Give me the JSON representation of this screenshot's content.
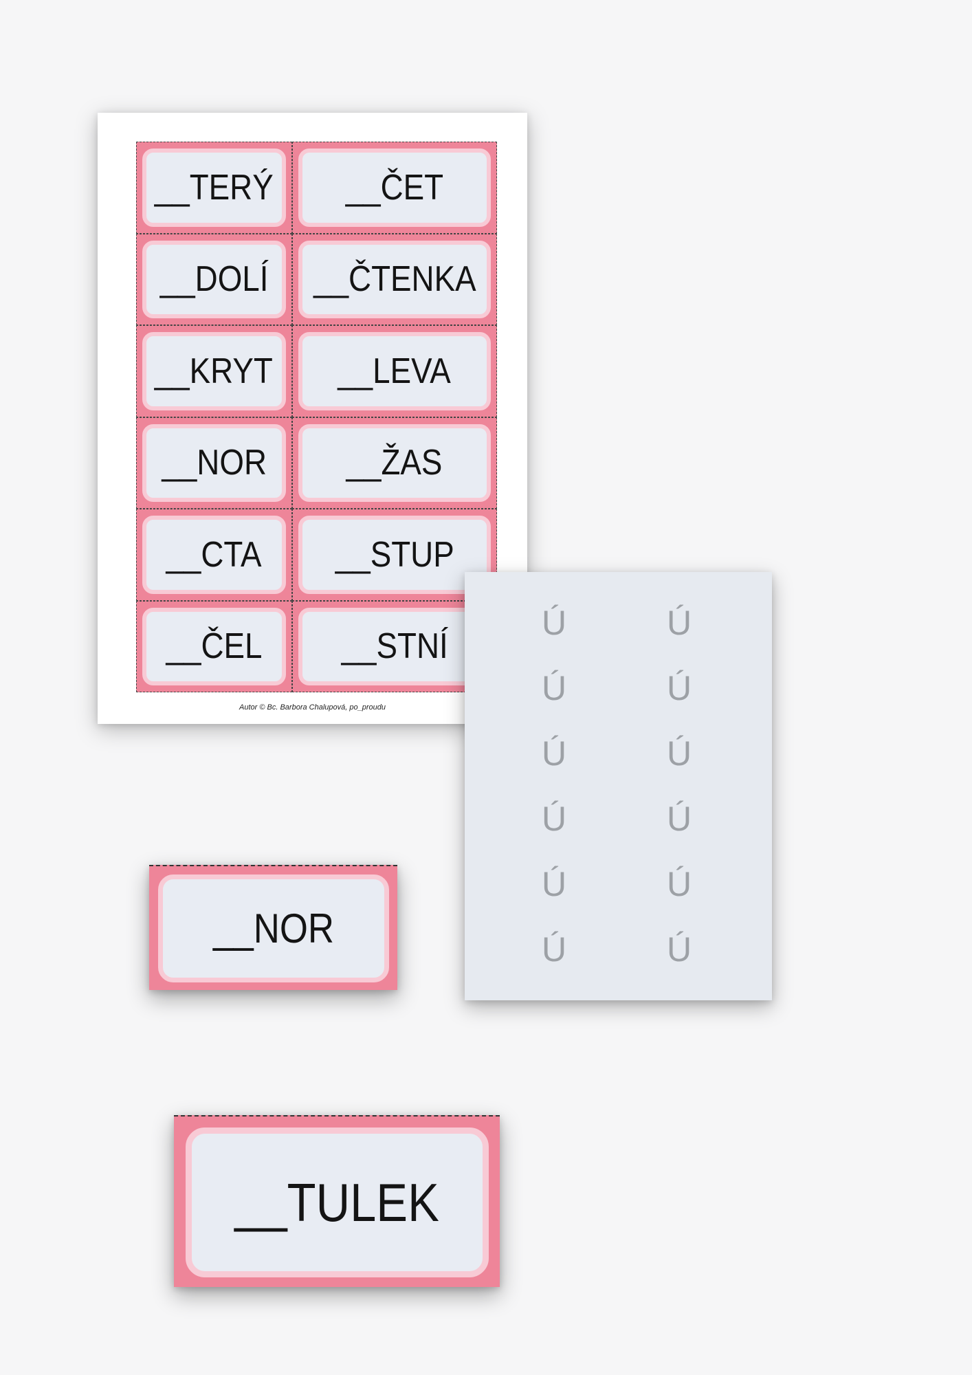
{
  "theme": {
    "colors": {
      "bg": "#f6f6f7",
      "page": "#ffffff",
      "pink": "#ee8599",
      "ring": "#f8cad5",
      "card-fill": "#e8ecf3",
      "panel-fill": "#e6eaf0",
      "u-gray": "#9da1a6",
      "text": "#141414",
      "footer-text": "#222222",
      "dash": "#454545"
    }
  },
  "page": {
    "cards": [
      "__TERÝ",
      "__ČET",
      "__DOLÍ",
      "__ČTENKA",
      "__KRYT",
      "__LEVA",
      "__NOR",
      "__ŽAS",
      "__CTA",
      "__STUP",
      "__ČEL",
      "__STNÍ"
    ],
    "footer": "Autor © Bc. Barbora Chalupová, po_proudu"
  },
  "answer_panel": {
    "letter": "Ú",
    "rows": [
      {
        "l": "Ú",
        "r": "Ú"
      },
      {
        "l": "Ú",
        "r": "Ú"
      },
      {
        "l": "Ú",
        "r": "Ú"
      },
      {
        "l": "Ú",
        "r": "Ú"
      },
      {
        "l": "Ú",
        "r": "Ú"
      },
      {
        "l": "Ú",
        "r": "Ú"
      }
    ]
  },
  "loose_cards": [
    {
      "label": "__NOR"
    },
    {
      "label": "__TULEK"
    }
  ]
}
